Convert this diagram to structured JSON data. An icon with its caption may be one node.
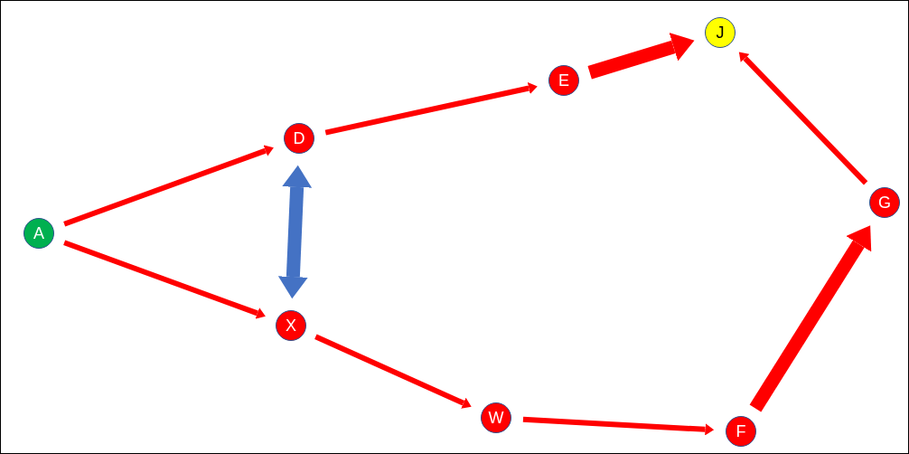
{
  "diagram": {
    "nodes": [
      {
        "text": [
          "A"
        ]
      },
      {
        "text": [
          "D"
        ]
      },
      {
        "text": [
          "E"
        ]
      },
      {
        "text": [
          "J"
        ]
      },
      {
        "text": [
          "G"
        ]
      },
      {
        "text": [
          "X"
        ]
      },
      {
        "text": [
          "W"
        ]
      },
      {
        "text": [
          "F"
        ]
      }
    ],
    "edges": [
      {
        "from": 0,
        "to": 1,
        "arrow": "to"
      },
      {
        "from": 0,
        "to": 5,
        "arrow": "to"
      },
      {
        "from": 1,
        "to": 2,
        "arrow": "to"
      },
      {
        "from": 2,
        "to": 3,
        "arrow": "to",
        "style": "thick"
      },
      {
        "from": 1,
        "to": 5,
        "arrow": "both",
        "style": "thick",
        "color": "#4472c4"
      },
      {
        "from": 5,
        "to": 6,
        "arrow": "to"
      },
      {
        "from": 6,
        "to": 7,
        "arrow": "to"
      },
      {
        "from": 7,
        "to": 4,
        "arrow": "to",
        "style": "thick"
      },
      {
        "from": 4,
        "to": 3,
        "arrow": "to"
      }
    ]
  }
}
